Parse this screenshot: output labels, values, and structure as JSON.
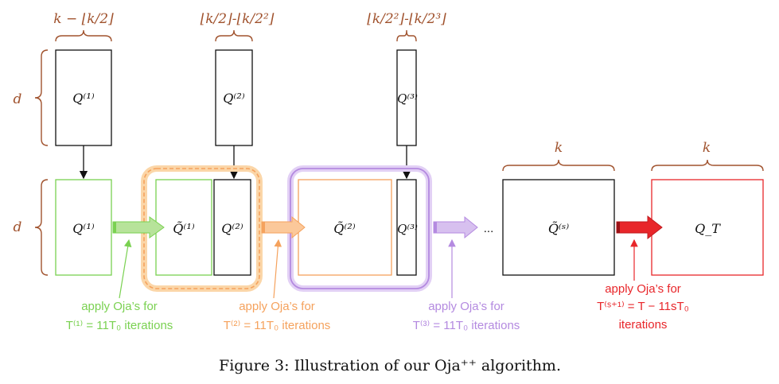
{
  "top_labels": {
    "w1": "k − ⌊k/2⌋",
    "w2": "⌊k/2⌋-⌊k/2²⌋",
    "w3": "⌊k/2²⌋-⌊k/2³⌋",
    "k_s": "k",
    "k_t": "k"
  },
  "side_labels": {
    "d_top": "d",
    "d_mid": "d"
  },
  "blocks": {
    "q1_top": "Q⁽¹⁾",
    "q2_top": "Q⁽²⁾",
    "q3_top": "Q⁽³⁾",
    "q1_row": "Q⁽¹⁾",
    "qt1": "Q̃⁽¹⁾",
    "q2_row": "Q⁽²⁾",
    "qt2": "Q̃⁽²⁾",
    "q3_row": "Q⁽³⁾",
    "qts": "Q̃⁽ˢ⁾",
    "qT": "Q_T"
  },
  "ellipsis": "...",
  "annotations": {
    "a1_line1": "apply Oja’s for",
    "a1_line2": "T⁽¹⁾ = 11T₀ iterations",
    "a2_line1": "apply Oja’s for",
    "a2_line2": "T⁽²⁾ = 11T₀ iterations",
    "a3_line1": "apply Oja’s for",
    "a3_line2": "T⁽³⁾ = 11T₀ iterations",
    "a4_line1": "apply Oja’s for",
    "a4_line2": "T⁽ˢ⁺¹⁾ = T − 11sT₀",
    "a4_line3": "iterations"
  },
  "caption": "Figure 3: Illustration of our Oja⁺⁺ algorithm.",
  "colors": {
    "green": "#7ad151",
    "orange": "#f5a25d",
    "purple": "#b48ae0",
    "red": "#e8262a",
    "brown": "#a0522d",
    "black": "#111111"
  }
}
